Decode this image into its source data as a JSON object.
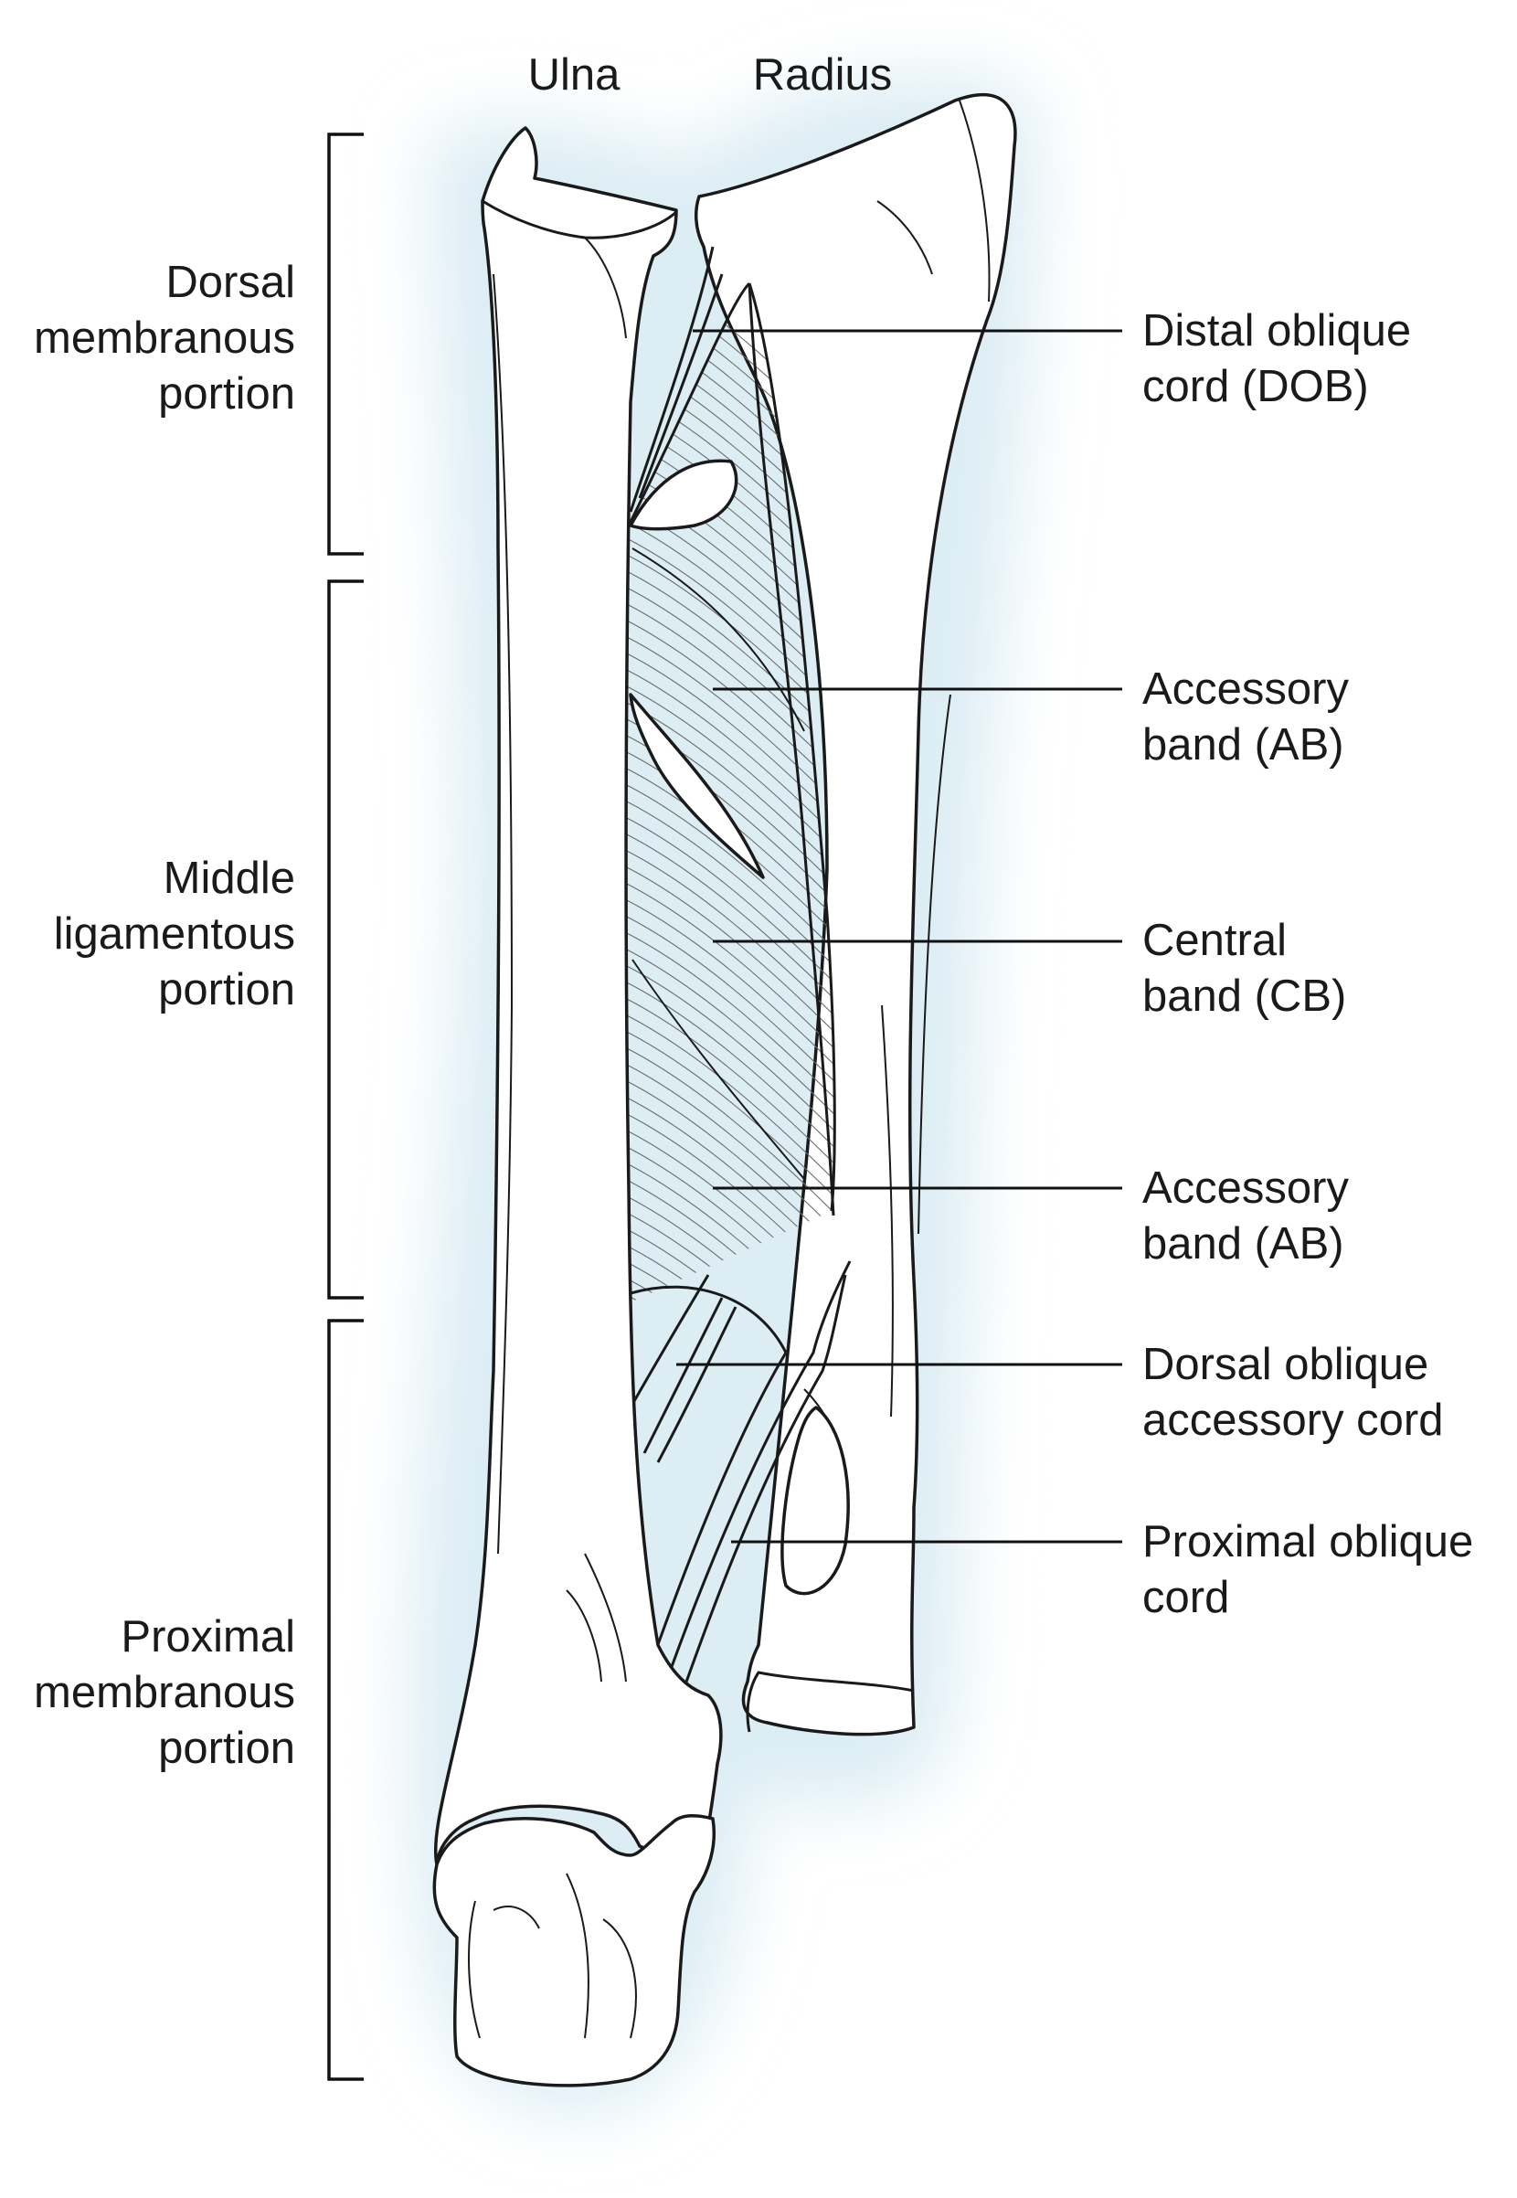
{
  "bones": {
    "ulna": "Ulna",
    "radius": "Radius"
  },
  "regions": [
    {
      "lines": [
        "Dorsal",
        "membranous",
        "portion"
      ]
    },
    {
      "lines": [
        "Middle",
        "ligamentous",
        "portion"
      ]
    },
    {
      "lines": [
        "Proximal",
        "membranous",
        "portion"
      ]
    }
  ],
  "structures": [
    {
      "lines": [
        "Distal oblique",
        "cord (DOB)"
      ]
    },
    {
      "lines": [
        "Accessory",
        "band (AB)"
      ]
    },
    {
      "lines": [
        "Central",
        "band (CB)"
      ]
    },
    {
      "lines": [
        "Accessory",
        "band (AB)"
      ]
    },
    {
      "lines": [
        "Dorsal oblique",
        "accessory cord"
      ]
    },
    {
      "lines": [
        "Proximal oblique",
        "cord"
      ]
    }
  ],
  "colors": {
    "halo": "#dcedf4",
    "bone_fill": "#ffffff",
    "ink": "#1a1a1a",
    "fiber": "#6b6b6b"
  }
}
